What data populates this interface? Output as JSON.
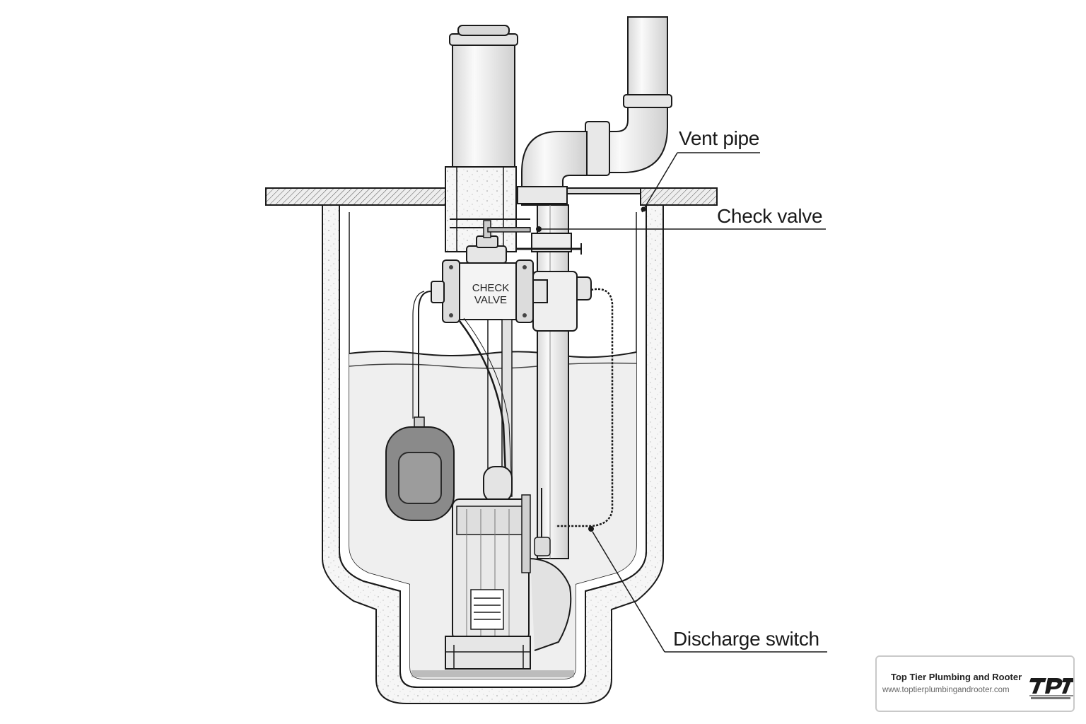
{
  "labels": {
    "vent_pipe": "Vent pipe",
    "check_valve": "Check valve",
    "discharge_switch": "Discharge switch"
  },
  "valve_text": {
    "line1": "CHECK",
    "line2": "VALVE"
  },
  "brand": {
    "name": "Top Tier Plumbing and Rooter",
    "url": "www.toptierplumbingandrooter.com",
    "logo_icon": "ttp-logo-icon"
  },
  "colors": {
    "ink": "#1a1a1a",
    "water": "#efefef",
    "concrete": "#f7f7f7",
    "float_fill": "#8a8a8a",
    "brand_border": "#c9c9c9"
  }
}
